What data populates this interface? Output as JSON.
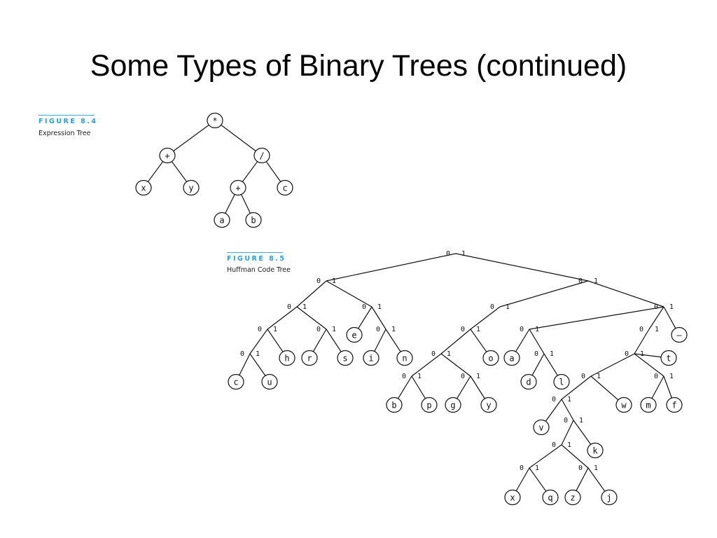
{
  "slide": {
    "title": "Some Types of Binary Trees (continued)"
  },
  "figure_8_4": {
    "label": "FIGURE 8.4",
    "caption": "Expression Tree",
    "nodes": [
      {
        "id": "root",
        "label": "*",
        "parent": null
      },
      {
        "id": "plus1",
        "label": "+",
        "parent": "root"
      },
      {
        "id": "div",
        "label": "/",
        "parent": "root"
      },
      {
        "id": "x",
        "label": "x",
        "parent": "plus1"
      },
      {
        "id": "y",
        "label": "y",
        "parent": "plus1"
      },
      {
        "id": "plus2",
        "label": "+",
        "parent": "div"
      },
      {
        "id": "c",
        "label": "c",
        "parent": "div"
      },
      {
        "id": "a",
        "label": "a",
        "parent": "plus2"
      },
      {
        "id": "b",
        "label": "b",
        "parent": "plus2"
      }
    ]
  },
  "figure_8_5": {
    "label": "FIGURE 8.5",
    "caption": "Huffman Code Tree",
    "leaves": [
      {
        "symbol": "c",
        "code": "00000"
      },
      {
        "symbol": "u",
        "code": "00001"
      },
      {
        "symbol": "h",
        "code": "0001"
      },
      {
        "symbol": "r",
        "code": "0010"
      },
      {
        "symbol": "s",
        "code": "0011"
      },
      {
        "symbol": "e",
        "code": "010"
      },
      {
        "symbol": "i",
        "code": "0110"
      },
      {
        "symbol": "n",
        "code": "0111"
      },
      {
        "symbol": "b",
        "code": "10000"
      },
      {
        "symbol": "p",
        "code": "10001"
      },
      {
        "symbol": "g",
        "code": "10010"
      },
      {
        "symbol": "y",
        "code": "10011"
      },
      {
        "symbol": "o",
        "code": "1010"
      },
      {
        "symbol": "a",
        "code": "1100"
      },
      {
        "symbol": "d",
        "code": "11010"
      },
      {
        "symbol": "l",
        "code": "11011"
      },
      {
        "symbol": "v",
        "code": "111000"
      },
      {
        "symbol": "x",
        "code": "111001000"
      },
      {
        "symbol": "q",
        "code": "111001001"
      },
      {
        "symbol": "z",
        "code": "111001010"
      },
      {
        "symbol": "j",
        "code": "111001011"
      },
      {
        "symbol": "k",
        "code": "11100011"
      },
      {
        "symbol": "w",
        "code": "11101"
      },
      {
        "symbol": "m",
        "code": "111100"
      },
      {
        "symbol": "f",
        "code": "111101"
      },
      {
        "symbol": "t",
        "code": "11111"
      },
      {
        "symbol": "—",
        "code": "1111"
      }
    ]
  }
}
